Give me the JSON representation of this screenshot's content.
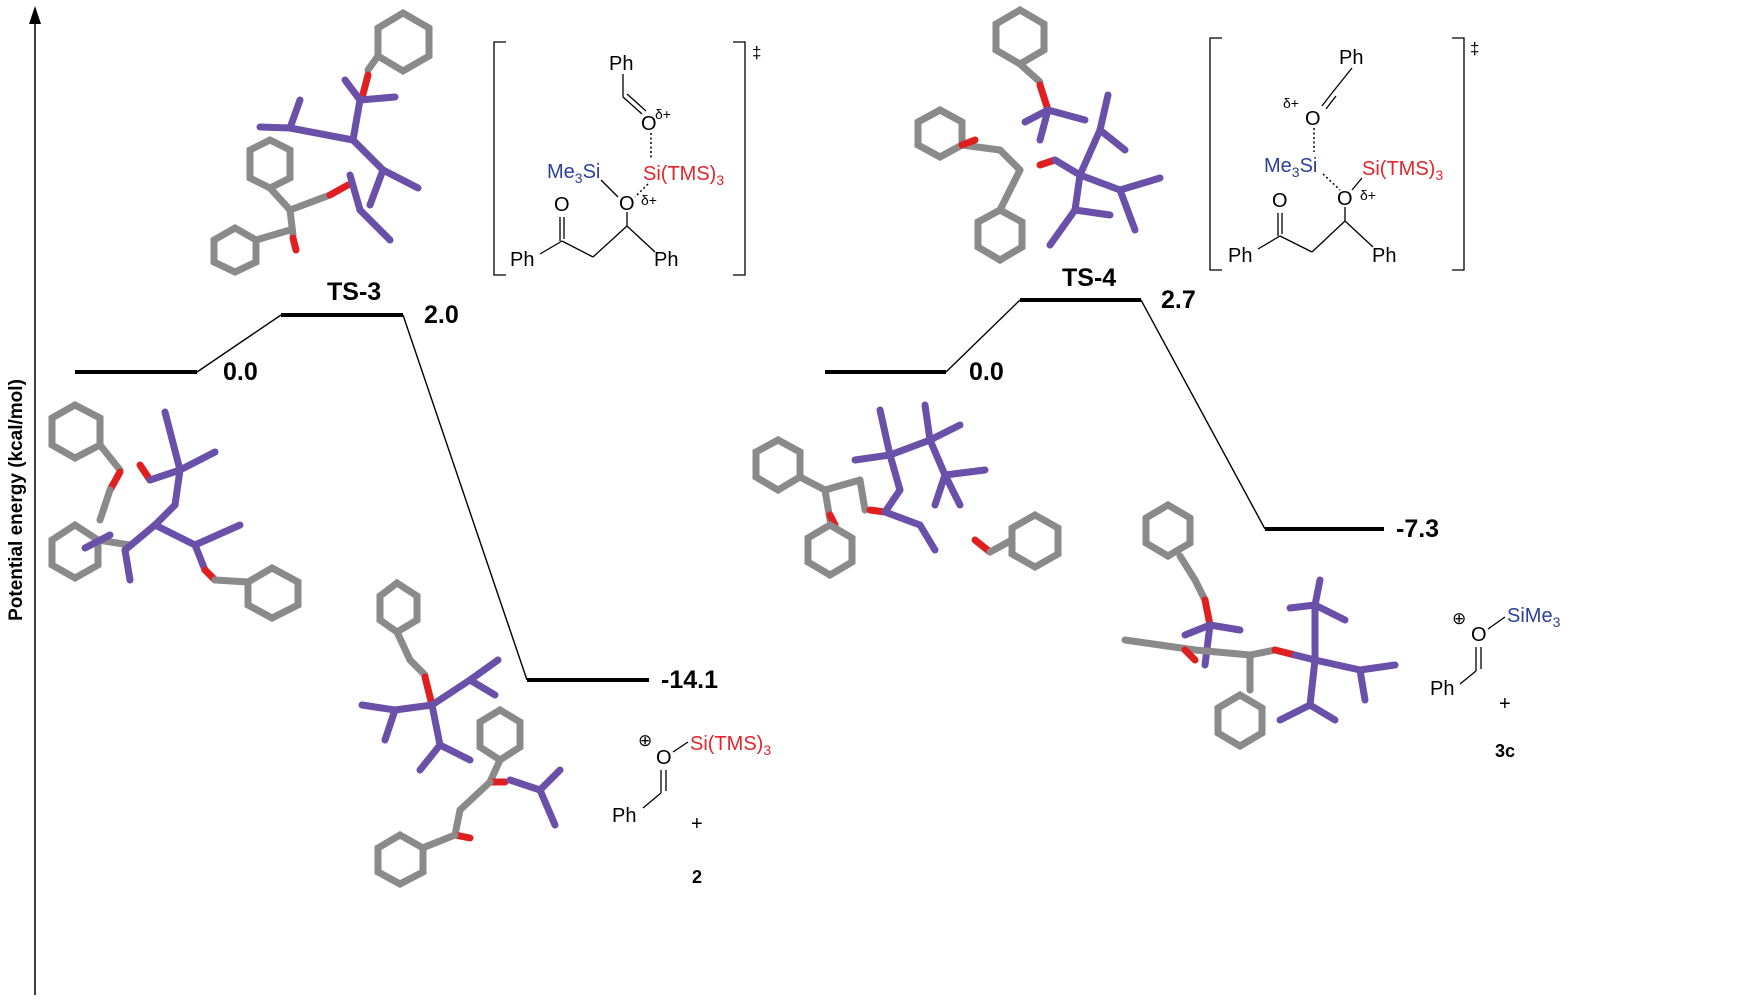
{
  "axis": {
    "ylabel": "Potential energy (kcal/mol)"
  },
  "levels": {
    "left_start": "0.0",
    "ts3": "2.0",
    "left_product": "-14.1",
    "right_start": "0.0",
    "ts4": "2.7",
    "right_product": "-7.3"
  },
  "labels": {
    "ts3": "TS-3",
    "ts4": "TS-4",
    "cmpd2": "2",
    "cmpd3c": "3c",
    "plus": "+",
    "dagger": "‡"
  },
  "scheme3": {
    "ph_top": "Ph",
    "delta_top": "δ+",
    "me3si": "Me3Si",
    "sitms3": "Si(TMS)3",
    "delta_bottom": "δ+",
    "o_top": "O",
    "o_bottom": "O",
    "o_ketone": "O",
    "ph_left": "Ph",
    "ph_right": "Ph"
  },
  "scheme4": {
    "ph_top": "Ph",
    "delta_top": "δ+",
    "me3si": "Me3Si",
    "sitms3": "Si(TMS)3",
    "delta_bottom": "δ+",
    "o_top": "O",
    "o_bottom": "O",
    "o_ketone": "O",
    "ph_left": "Ph",
    "ph_right": "Ph"
  },
  "prod2": {
    "oplus": "⊕",
    "o": "O",
    "si": "Si(TMS)3",
    "ph": "Ph"
  },
  "prod3c": {
    "oplus": "⊕",
    "o": "O",
    "si": "SiMe3",
    "ph": "Ph"
  },
  "colors": {
    "silicon": "#6a50a8",
    "oxygen": "#e02020",
    "carbon": "#8a8a8a",
    "blue_text": "#2b3f9b",
    "red_text": "#e3242b"
  }
}
